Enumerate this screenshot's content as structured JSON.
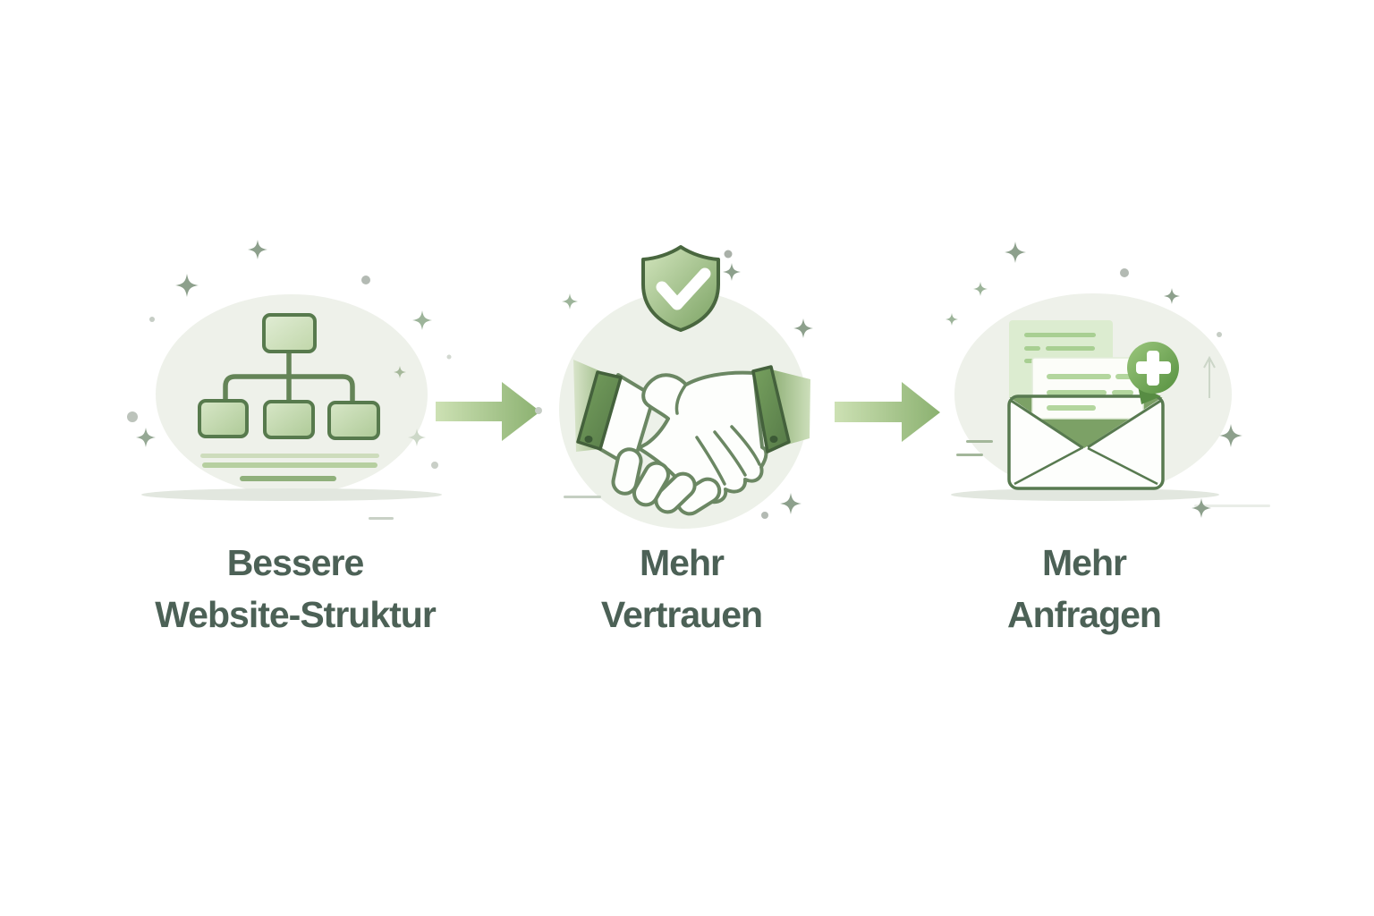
{
  "figure": {
    "type": "process-infographic",
    "language": "de"
  },
  "steps": [
    {
      "icon": "sitemap-icon",
      "title_line1": "Bessere",
      "title_line2": "Website-Struktur"
    },
    {
      "icon": "handshake-shield-icon",
      "title_line1": "Mehr",
      "title_line2": "Vertrauen"
    },
    {
      "icon": "envelope-plus-icon",
      "title_line1": "Mehr",
      "title_line2": "Anfragen"
    }
  ],
  "connectors": [
    {
      "icon": "arrow-right-icon",
      "direction": "right"
    },
    {
      "icon": "arrow-right-icon",
      "direction": "right"
    }
  ],
  "decorations": {
    "sparkle_icon": "4-point-star",
    "dot_icon": "circle"
  },
  "colors": {
    "background": "#ffffff",
    "blob": "#eef1ea",
    "accent_green": "#8fb277",
    "light_green": "#d8e4ca",
    "outline_green": "#587a50",
    "cuff_green": "#44613c",
    "badge_green": "#5f9349",
    "text": "#4c6156"
  }
}
